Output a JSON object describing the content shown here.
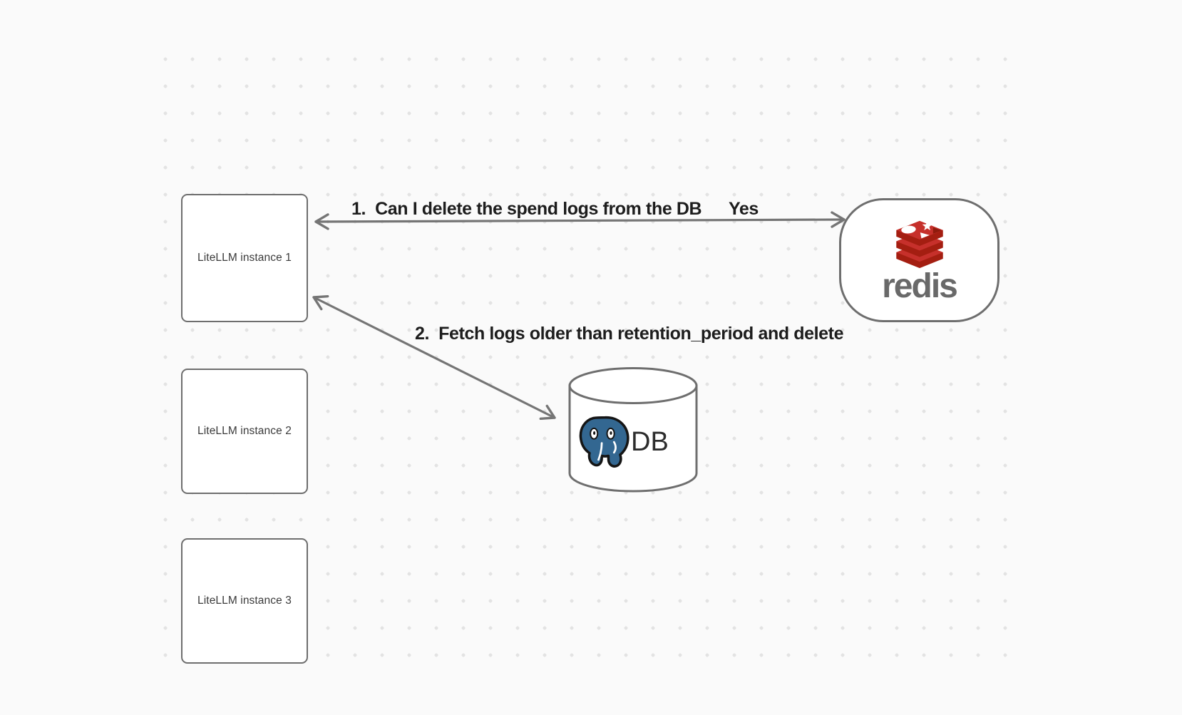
{
  "canvas": {
    "background": "#fafafa",
    "dot_color": "#e3e3e3"
  },
  "nodes": {
    "instance1": {
      "label": "LiteLLM instance 1"
    },
    "instance2": {
      "label": "LiteLLM instance 2"
    },
    "instance3": {
      "label": "LiteLLM instance 3"
    },
    "redis": {
      "label": "redis",
      "icon": "redis-logo-icon"
    },
    "db": {
      "label": "DB",
      "icon": "postgresql-elephant-icon"
    }
  },
  "arrows": {
    "arrow1": {
      "label": "1.  Can I delete the spend logs from the DB",
      "response": "Yes",
      "direction": "bidirectional",
      "from": "redis",
      "to": "instance1"
    },
    "arrow2": {
      "label": "2.  Fetch logs older than retention_period and delete",
      "direction": "bidirectional",
      "from": "instance1",
      "to": "db"
    }
  },
  "colors": {
    "stroke_gray": "#757575",
    "border_gray": "#6e6e6e",
    "label_text": "#1d1d1d",
    "node_text": "#3b3b3b",
    "redis_red": "#C6302B",
    "redis_dark_red": "#A41E11",
    "redis_wordmark_gray": "#696969",
    "postgres_blue": "#336791"
  }
}
